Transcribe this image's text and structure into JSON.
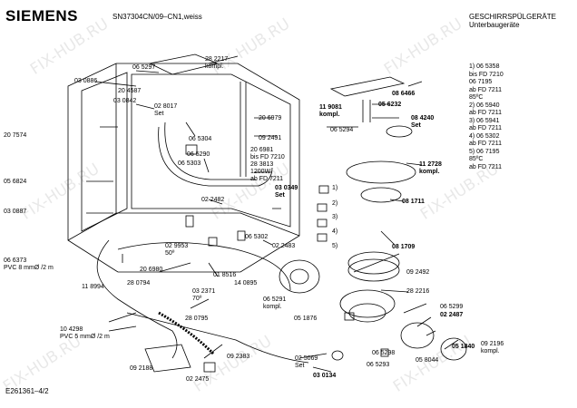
{
  "header": {
    "brand": "SIEMENS",
    "model": "SN37304CN/09–CN1,weiss",
    "title": "GESCHIRRSPÜLGERÄTE",
    "subtitle": "Unterbaugeräte",
    "figure_id": "E261361–4/2"
  },
  "watermark": "FIX-HUB.RU",
  "footnotes": [
    "1)  06 5358",
    "     bis FD 7210",
    "     06 7195",
    "     ab FD 7211",
    "     85ºC",
    "2)  06 5940",
    "     ab FD 7211",
    "3)  06 5941",
    "     ab FD 7211",
    "4)  06 5302",
    "     ab FD 7211",
    "5)  06 7195",
    "     85ºC",
    "     ab FD 7211"
  ],
  "labels": [
    {
      "t": "06 5297"
    },
    {
      "t": "28 2217"
    },
    {
      "t": "kompl."
    },
    {
      "t": "20 4587"
    },
    {
      "t": "03 0886"
    },
    {
      "t": "03 0842"
    },
    {
      "t": "02 8017"
    },
    {
      "t": "Set"
    },
    {
      "t": "20 6979"
    },
    {
      "t": "20 7574"
    },
    {
      "t": "06 5304"
    },
    {
      "t": "09 2491"
    },
    {
      "t": "06 5290"
    },
    {
      "t": "06 5303"
    },
    {
      "t": "20 6981"
    },
    {
      "t": "bis FD 7210"
    },
    {
      "t": "28 3813"
    },
    {
      "t": "1200W"
    },
    {
      "t": "ab FD 7211"
    },
    {
      "t": "05 6824"
    },
    {
      "t": "03 0887"
    },
    {
      "t": "03 0349"
    },
    {
      "t": "Set"
    },
    {
      "t": "02 2482"
    },
    {
      "t": "06 5302"
    },
    {
      "t": "02 2483"
    },
    {
      "t": "06 6373"
    },
    {
      "t": "PVC 8 mmØ /2 m"
    },
    {
      "t": "02 9953"
    },
    {
      "t": "50º"
    },
    {
      "t": "01 8516"
    },
    {
      "t": "20 6980"
    },
    {
      "t": "11 8994"
    },
    {
      "t": "28 0794"
    },
    {
      "t": "14 0895"
    },
    {
      "t": "03 2371"
    },
    {
      "t": "70º"
    },
    {
      "t": "06 5291"
    },
    {
      "t": "kompl."
    },
    {
      "t": "28 0795"
    },
    {
      "t": "05 1876"
    },
    {
      "t": "10 4298"
    },
    {
      "t": "PVC 5 mmØ /2 m"
    },
    {
      "t": "09 2383"
    },
    {
      "t": "09 2188"
    },
    {
      "t": "02 2475"
    },
    {
      "t": "02 5069"
    },
    {
      "t": "Set"
    },
    {
      "t": "03 0134"
    },
    {
      "t": "06 5293"
    },
    {
      "t": "06 5298"
    },
    {
      "t": "05 8044"
    },
    {
      "t": "05 1840"
    },
    {
      "t": "09 2196"
    },
    {
      "t": "kompl."
    },
    {
      "t": "06 5299"
    },
    {
      "t": "02 2487"
    },
    {
      "t": "28 2216"
    },
    {
      "t": "09 2492"
    },
    {
      "t": "08 1709"
    },
    {
      "t": "08 1711"
    },
    {
      "t": "11 2728"
    },
    {
      "t": "kompl."
    },
    {
      "t": "08 6466"
    },
    {
      "t": "11 9081"
    },
    {
      "t": "kompl."
    },
    {
      "t": "05 6232"
    },
    {
      "t": "08 4240"
    },
    {
      "t": "Set"
    },
    {
      "t": "06 5294"
    },
    {
      "t": "1)"
    },
    {
      "t": "2)"
    },
    {
      "t": "3)"
    },
    {
      "t": "4)"
    },
    {
      "t": "5)"
    }
  ]
}
